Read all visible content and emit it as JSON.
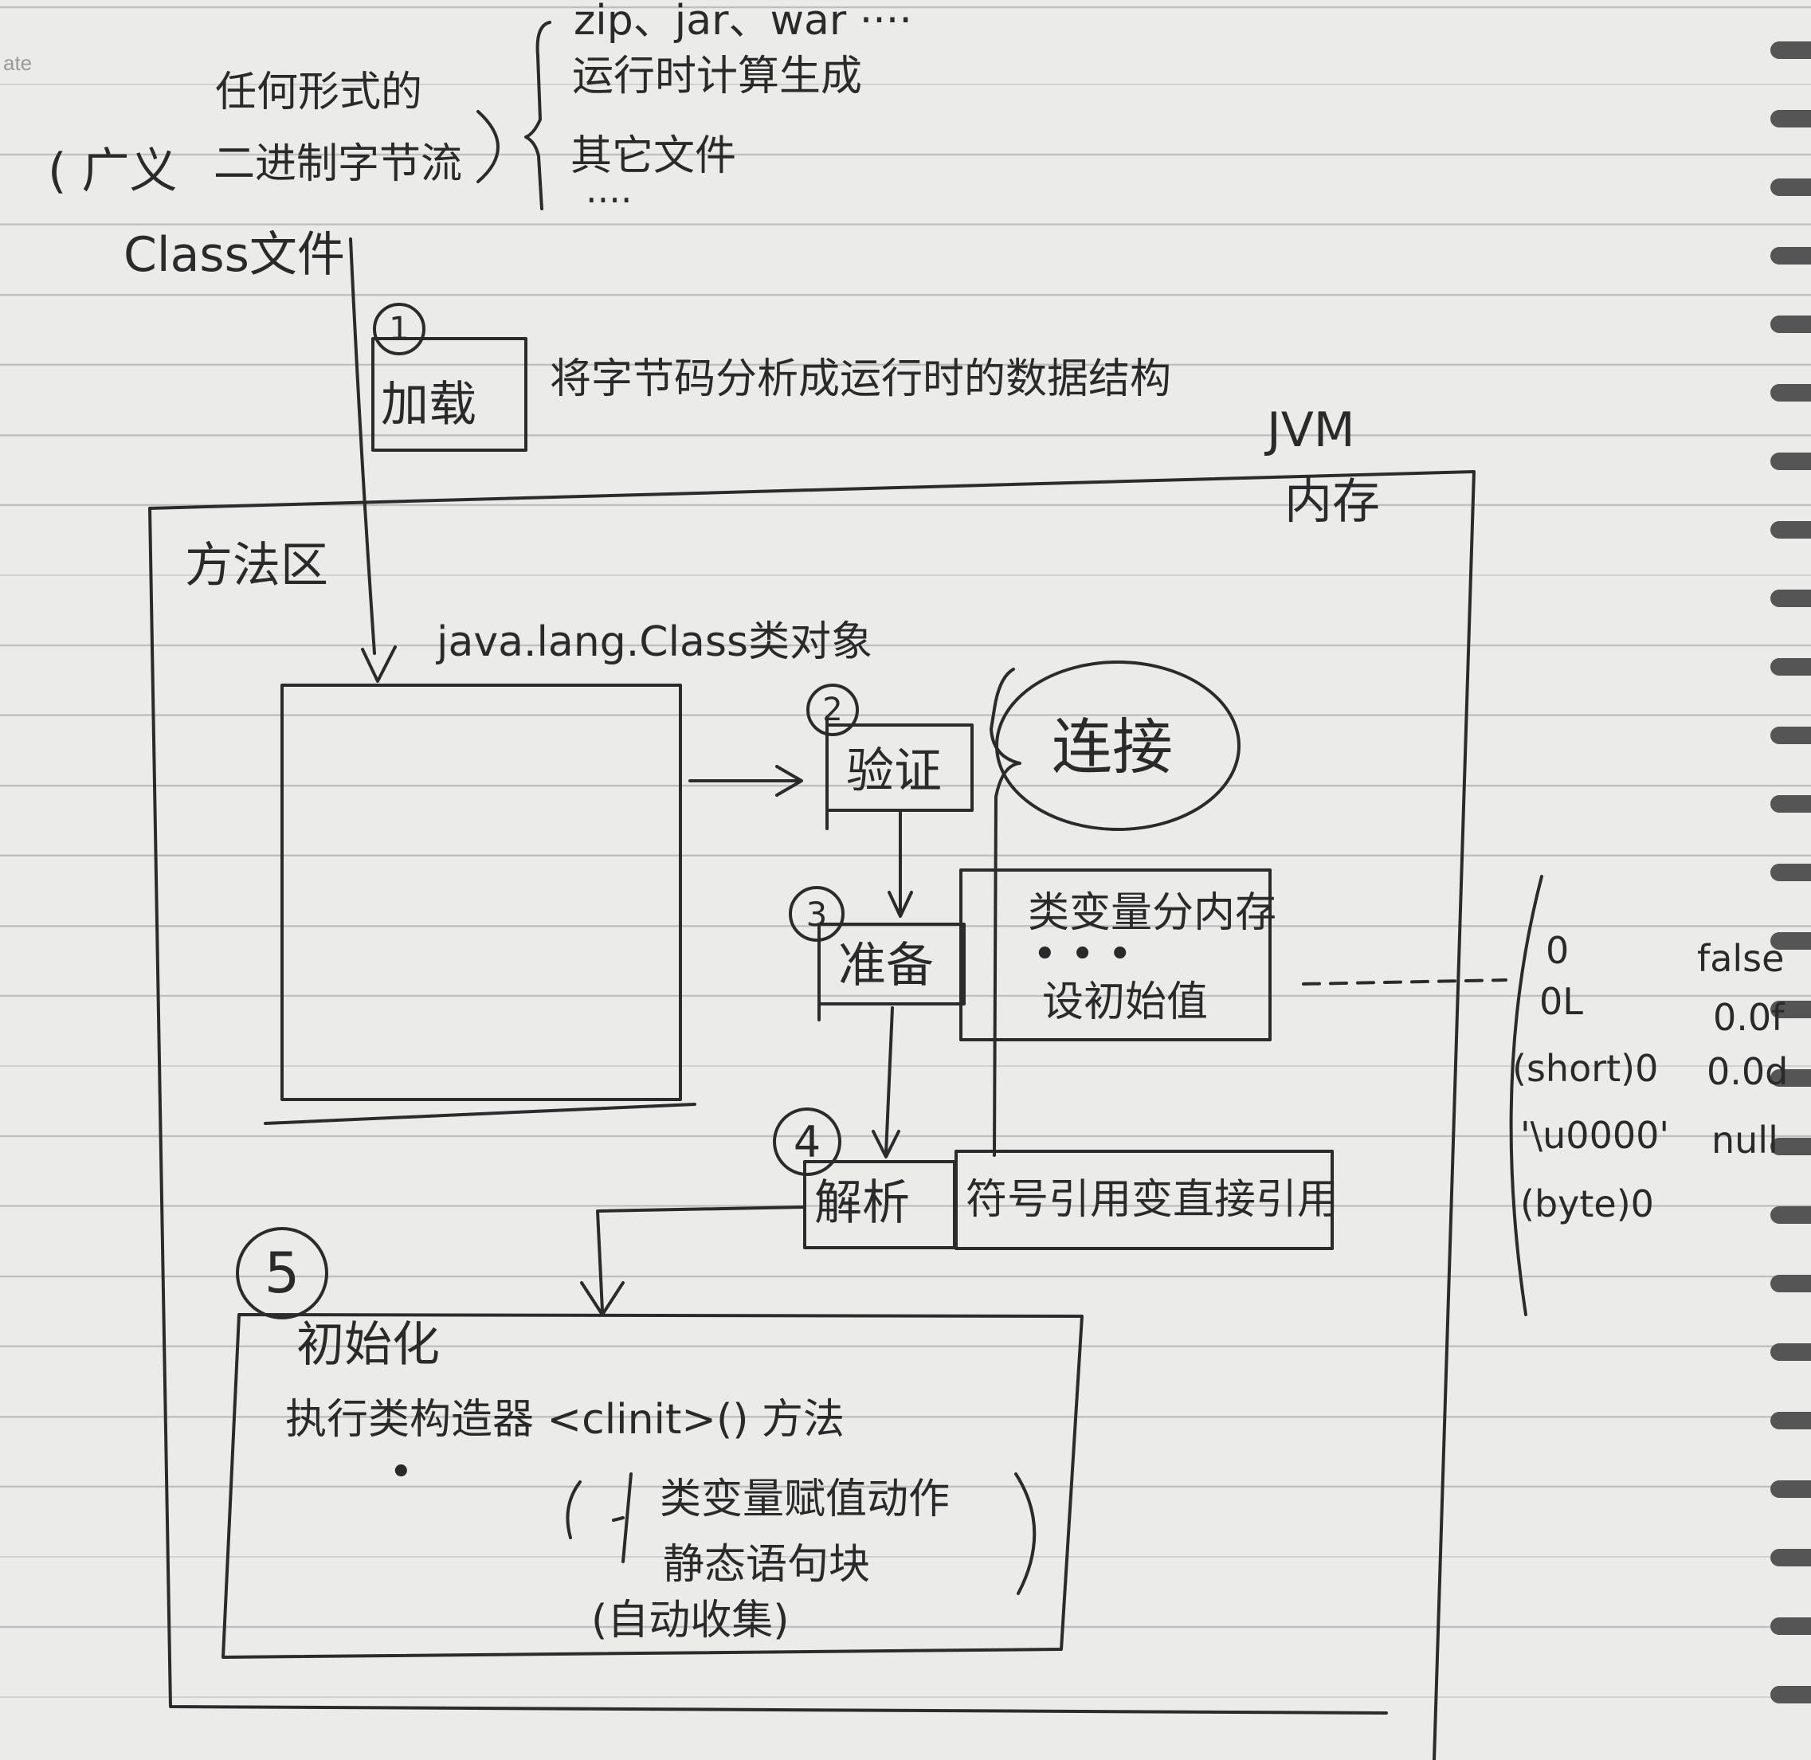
{
  "header": {
    "date_label": "ate",
    "paren_left": "( 广义",
    "line1": "任何形式的",
    "line2": "二进制字节流",
    "sources": [
      "zip、jar、war ····",
      "运行时计算生成",
      "其它文件",
      "····"
    ]
  },
  "class_file": "Class文件",
  "steps": {
    "load": {
      "num": "1",
      "label": "加载",
      "desc": "将字节码分析成运行时的数据结构"
    },
    "verify": {
      "num": "2",
      "label": "验证"
    },
    "prepare": {
      "num": "3",
      "label": "准备",
      "desc1": "类变量分内存",
      "dots": "• • •",
      "desc2": "设初始值"
    },
    "resolve": {
      "num": "4",
      "label": "解析",
      "desc": "符号引用变直接引用"
    },
    "init": {
      "num": "5",
      "label": "初始化",
      "line1": "执行类构造器 <clinit>() 方法",
      "bullet": "•",
      "item1": "类变量赋值动作",
      "item2": "静态语句块",
      "note": "(自动收集)"
    }
  },
  "link_label": "连接",
  "jvm_label": "JVM",
  "memory_label": "内存",
  "method_area_label": "方法区",
  "class_object_label": "java.lang.Class类对象",
  "defaults": {
    "left": [
      "0",
      "0L",
      "(short)0",
      "'\\u0000'",
      "(byte)0"
    ],
    "right": [
      "false",
      "0.0f",
      "0.0d",
      "null"
    ]
  }
}
